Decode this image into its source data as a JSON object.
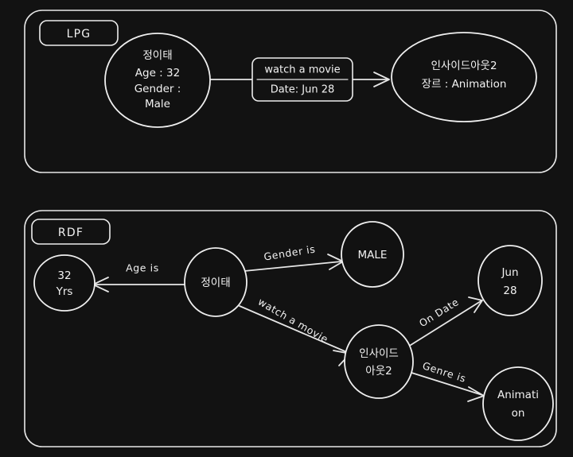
{
  "background_color": "#121212",
  "stroke_color": "#e9e9e9",
  "text_color": "#f2f2f2",
  "panels": {
    "lpg": {
      "badge": "LPG",
      "nodes": {
        "person": {
          "line1": "정이태",
          "line2": "Age : 32",
          "line3": "Gender :",
          "line4": "Male"
        },
        "movie": {
          "line1": "인사이드아웃2",
          "line2": "장르 : Animation"
        }
      },
      "edge": {
        "line1": "watch a movie",
        "line2": "Date: Jun 28"
      }
    },
    "rdf": {
      "badge": "RDF",
      "nodes": {
        "age": {
          "line1": "32",
          "line2": "Yrs"
        },
        "person": {
          "line1": "정이태"
        },
        "male": {
          "line1": "MALE"
        },
        "date": {
          "line1": "Jun",
          "line2": "28"
        },
        "movie": {
          "line1": "인사이드",
          "line2": "아웃2"
        },
        "genre": {
          "line1": "Animati",
          "line2": "on"
        }
      },
      "edges": {
        "age_is": "Age is",
        "gender_is": "Gender is",
        "watch_a_movie": "watch a movie",
        "on_date": "On Date",
        "genre_is": "Genre is"
      }
    }
  }
}
